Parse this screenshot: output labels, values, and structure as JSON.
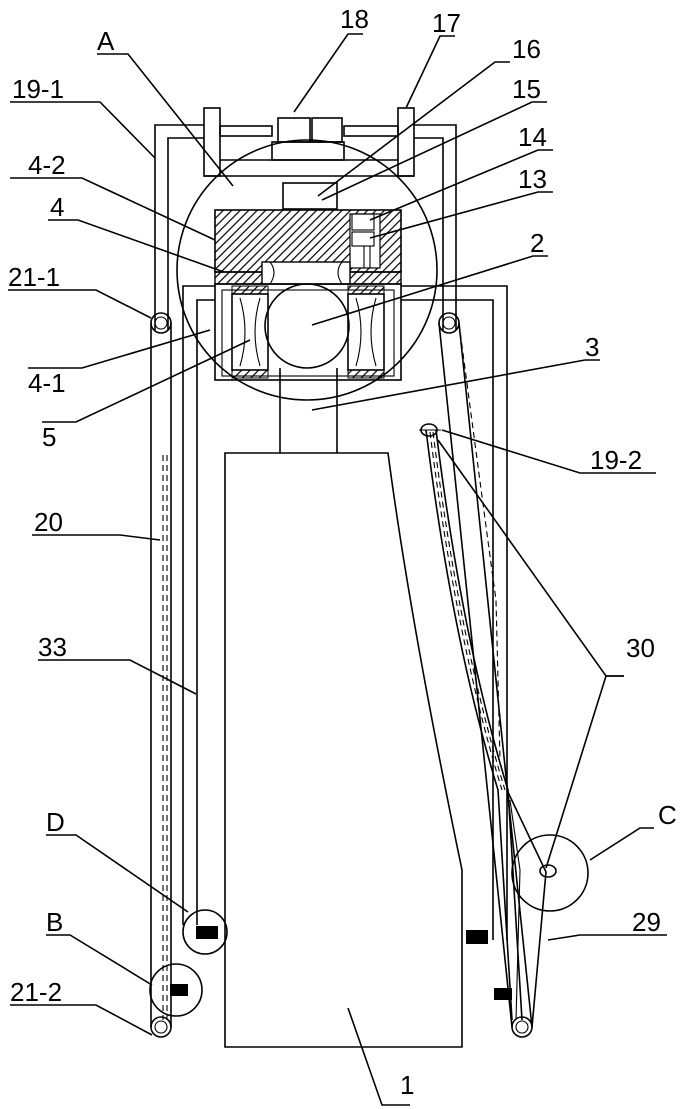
{
  "labels": {
    "l18": "18",
    "l17": "17",
    "l16": "16",
    "l15": "15",
    "l14": "14",
    "l13": "13",
    "lA": "A",
    "l19_1": "19-1",
    "l4_2": "4-2",
    "l4": "4",
    "l21_1": "21-1",
    "l2": "2",
    "l3": "3",
    "l4_1": "4-1",
    "l5": "5",
    "l19_2": "19-2",
    "l20": "20",
    "l33": "33",
    "l30": "30",
    "lD": "D",
    "lC": "C",
    "lB": "B",
    "l29": "29",
    "l21_2": "21-2",
    "l1": "1"
  },
  "colors": {
    "line": "#000000",
    "hatch": "#000000",
    "background": "#ffffff"
  }
}
